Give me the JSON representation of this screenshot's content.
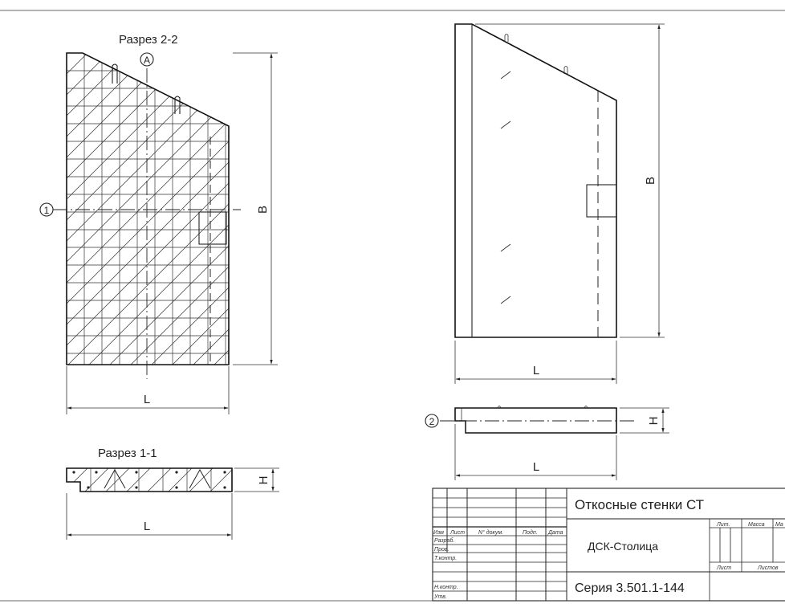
{
  "views": {
    "section22": {
      "title": "Разрез 2-2",
      "dimL": "L",
      "dimB": "B",
      "axisA": "A",
      "axis1": "1"
    },
    "section11": {
      "title": "Разрез 1-1",
      "dimL": "L",
      "dimH": "H"
    },
    "front": {
      "dimL": "L",
      "dimB": "B"
    },
    "plan": {
      "dimL": "L",
      "dimH": "H",
      "axis2": "2"
    }
  },
  "titleBlock": {
    "title": "Откосные стенки СТ",
    "org": "ДСК-Столица",
    "series": "Серия 3.501.1-144",
    "headers": [
      "Изм",
      "Лист",
      "N° докум.",
      "Подп.",
      "Дата"
    ],
    "roles": [
      "Разраб.",
      "Пров.",
      "Т.контр.",
      "Н.контр.",
      "Утв."
    ],
    "stageHeaders": [
      "Лит.",
      "Масса",
      "Ма"
    ],
    "sheetHeaders": [
      "Лист",
      "Листов"
    ]
  }
}
